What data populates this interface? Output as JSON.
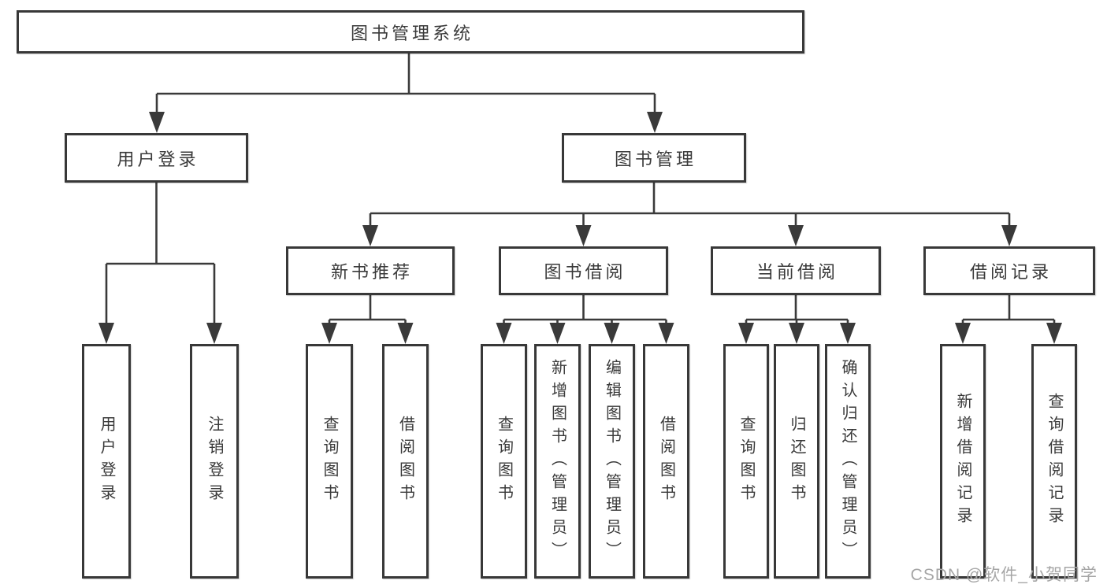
{
  "diagram": {
    "title": "图书管理系统",
    "root": "图书管理系统",
    "branches": [
      "用户登录",
      "图书管理"
    ],
    "sections": [
      "新书推荐",
      "图书借阅",
      "当前借阅",
      "借阅记录"
    ],
    "leaves": [
      "用户登录",
      "注销登录",
      "查询图书",
      "借阅图书",
      "查询图书",
      "新增图书（管理员）",
      "编辑图书（管理员）",
      "借阅图书",
      "查询图书",
      "归还图书",
      "确认归还（管理员）",
      "新增借阅记录",
      "查询借阅记录"
    ]
  },
  "colors": {
    "line": "#3a3a3a",
    "box_border": "#383838",
    "box_fill": "#ffffff",
    "text": "#3a3a3a",
    "watermark": "#a6a6a6"
  },
  "watermark": "CSDN @软件_小贺同学"
}
